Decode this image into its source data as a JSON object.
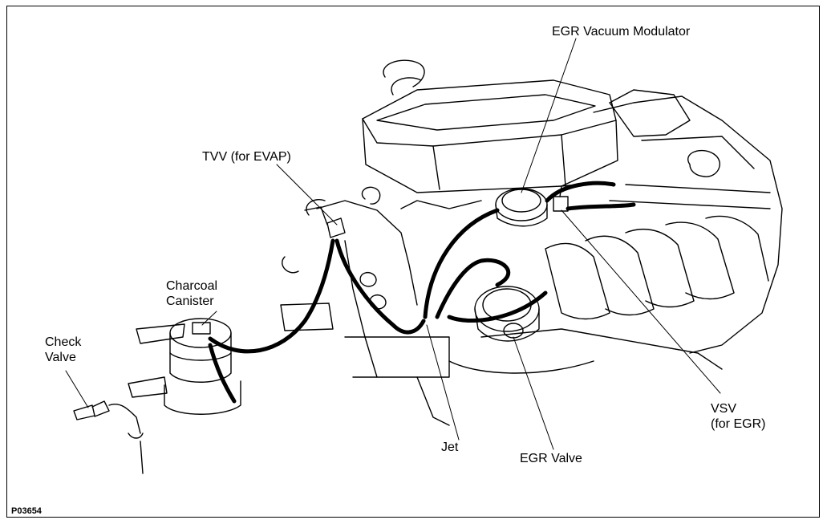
{
  "labels": {
    "egr_vacuum_modulator": "EGR Vacuum Modulator",
    "tvv": "TVV (for EVAP)",
    "charcoal_canister": [
      "Charcoal",
      "Canister"
    ],
    "check_valve": [
      "Check",
      "Valve"
    ],
    "jet": "Jet",
    "egr_valve": "EGR Valve",
    "vsv": [
      "VSV",
      "(for EGR)"
    ]
  },
  "figure_ref": "P03654"
}
